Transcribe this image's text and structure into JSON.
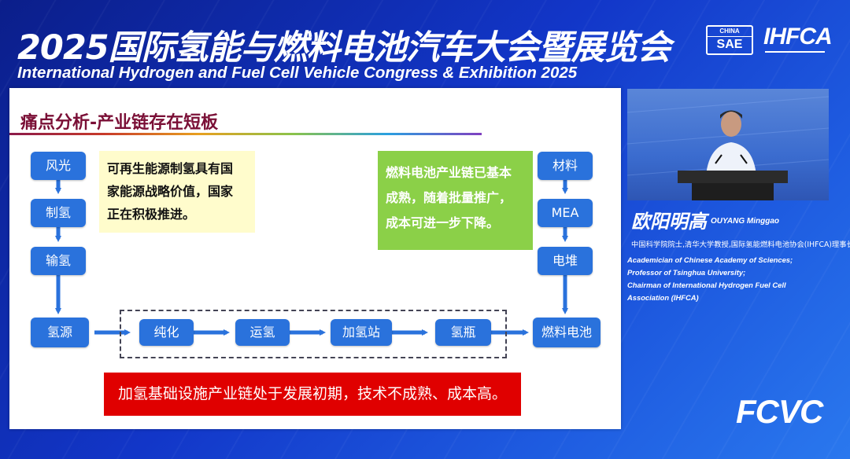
{
  "header": {
    "title_cn": "2025国际氢能与燃料电池汽车大会暨展览会",
    "title_en": "International Hydrogen and Fuel Cell Vehicle Congress & Exhibition 2025",
    "logo_sae_top": "CHINA",
    "logo_sae_main": "SAE",
    "logo_ihfca": "IHFCA"
  },
  "slide": {
    "title": "痛点分析-产业链存在短板",
    "left_chain": [
      "风光",
      "制氢",
      "输氢",
      "氢源"
    ],
    "middle_chain": [
      "纯化",
      "运氢",
      "加氢站",
      "氢瓶"
    ],
    "right_chain": [
      "材料",
      "MEA",
      "电堆",
      "燃料电池"
    ],
    "note_yellow": [
      "可再生能源制氢具有国",
      "家能源战略价值，国家",
      "正在积极推进。"
    ],
    "note_green": [
      "燃料电池产业链已基本",
      "成熟，随着批量推广，",
      "成本可进一步下降。"
    ],
    "banner": "加氢基础设施产业链处于发展初期，技术不成熟、成本高。"
  },
  "speaker": {
    "name_cn": "欧阳明高",
    "name_en": "OUYANG Minggao",
    "title_cn": "中国科学院院士,清华大学教授,国际氢能燃料电池协会(IHFCA)理事长",
    "title_en": [
      "Academician of Chinese Academy of Sciences;",
      "Professor of Tsinghua University;",
      "Chairman of International Hydrogen Fuel Cell",
      "Association (IHFCA)"
    ]
  },
  "footer_logo": "FCVC",
  "colors": {
    "box": "#2a72dc",
    "banner": "#e00000",
    "note_yellow": "#fffccc",
    "note_green": "#8bd048",
    "title": "#7a0f36"
  }
}
